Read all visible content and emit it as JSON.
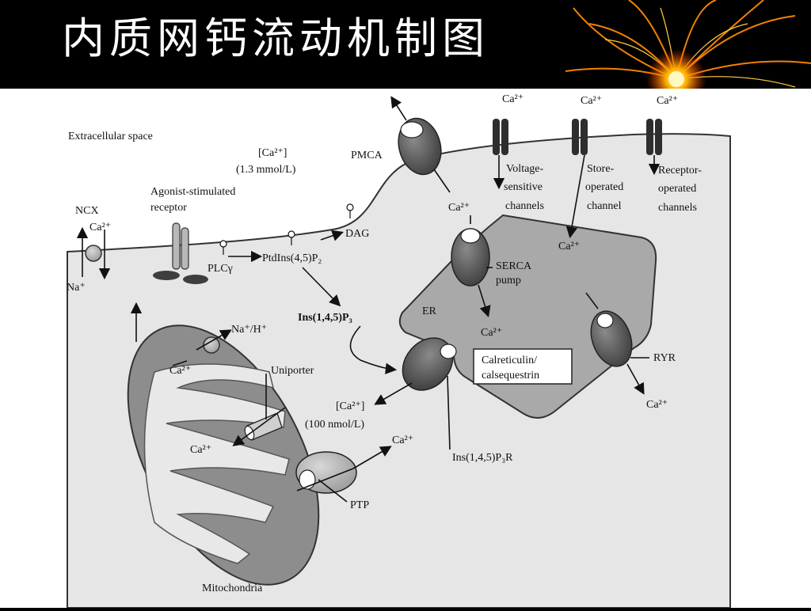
{
  "header": {
    "title": "内质网钙流动机制图"
  },
  "diagram": {
    "extracellular_space": "Extracellular  space",
    "ca_outside_top": "[Ca²⁺]",
    "ca_outside_conc": "(1.3  mmol/L)",
    "pmca": "PMCA",
    "ncx": "NCX",
    "agonist_line1": "Agonist-stimulated",
    "agonist_line2": "receptor",
    "dag": "DAG",
    "plc": "PLCγ",
    "ptdins": "PtdIns(4,5)P₂",
    "na_plus": "Na⁺",
    "ca2_ncx": "Ca²⁺",
    "ins_p3": "Ins(1,4,5)P₃",
    "er": "ER",
    "serca_line1": "SERCA",
    "serca_line2": "pump",
    "ca2_pmca": "Ca²⁺",
    "ca2_top1": "Ca²⁺",
    "ca2_top2": "Ca²⁺",
    "ca2_top3": "Ca²⁺",
    "voltage_line1": "Voltage-",
    "voltage_line2": "sensitive",
    "voltage_line3": "channels",
    "store_line1": "Store-",
    "store_line2": "operated",
    "store_line3": "channel",
    "receptor_op_line1": "Receptor-",
    "receptor_op_line2": "operated",
    "receptor_op_line3": "channels",
    "ca2_er_store": "Ca²⁺",
    "ca2_er_serca": "Ca²⁺",
    "calreticulin_line1": "Calreticulin/",
    "calreticulin_line2": "calsequestrin",
    "ryr": "RYR",
    "ca2_ryr": "Ca²⁺",
    "na_h": "Na⁺/H⁺",
    "ca2_mito_top": "Ca²⁺",
    "uniporter": "Uniporter",
    "ca_cyto": "[Ca²⁺]",
    "ca_cyto_conc": "(100  nmol/L)",
    "ca2_mito_inner": "Ca²⁺",
    "ca2_ptp": "Ca²⁺",
    "ptp": "PTP",
    "ip3r": "Ins(1,4,5)P₃R",
    "mitochondria": "Mitochondria"
  },
  "colors": {
    "header_bg": "#000000",
    "title": "#ffffff",
    "cell": "#e6e6e6",
    "er": "#a9a9a9",
    "protein": "#5e5e5e",
    "outline": "#222222"
  }
}
